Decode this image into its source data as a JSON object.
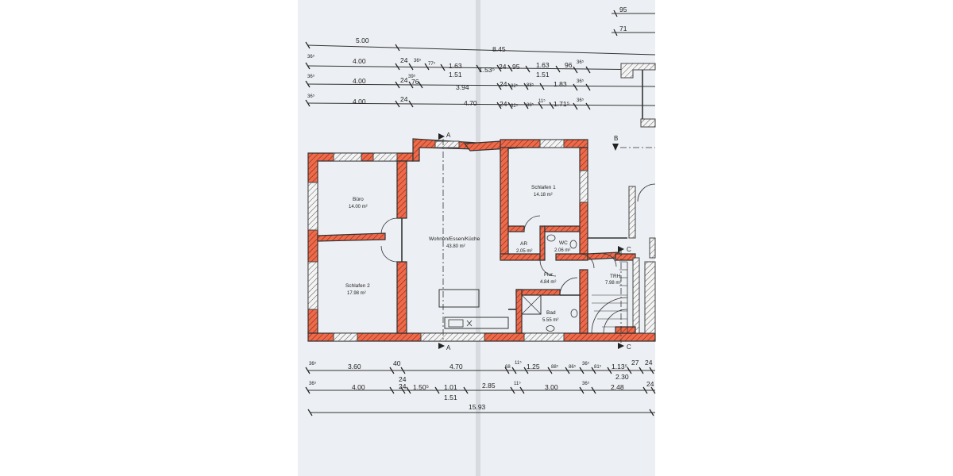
{
  "plan": {
    "rooms": {
      "buero": {
        "name": "Büro",
        "area": "14.00 m²"
      },
      "wohnen": {
        "name": "Wohnen/Essen/Küche",
        "area": "43.80 m²"
      },
      "schlafen1": {
        "name": "Schlafen 1",
        "area": "14.18 m²"
      },
      "schlafen2": {
        "name": "Schlafen 2",
        "area": "17.98 m²"
      },
      "ar": {
        "name": "AR",
        "area": "2.05 m²"
      },
      "wc": {
        "name": "WC",
        "area": "2.06 m²"
      },
      "flur": {
        "name": "Flur",
        "area": "4.84 m²"
      },
      "bad": {
        "name": "Bad",
        "area": "5.55 m²"
      },
      "trh": {
        "name": "TRH",
        "area": "7.98 m²"
      }
    },
    "sections": {
      "a": "A",
      "b": "B",
      "c": "C"
    },
    "dims_top_right": {
      "r1": "95",
      "r2": "71"
    },
    "dims_top": {
      "row0": {
        "a": "5.00",
        "b": "8.45"
      },
      "row1": {
        "a": "36⁵",
        "b": "4.00",
        "c": "24",
        "d": "36⁵",
        "e": "77⁵",
        "f": "1.63",
        "g": "1.51",
        "h": "1.53⁵",
        "i": "24",
        "j": "95",
        "k": "1.63",
        "l": "1.51",
        "m": "96",
        "n": "36⁵"
      },
      "row2": {
        "a": "36⁵",
        "b": "4.00",
        "c": "24",
        "d": "39⁵",
        "e": "76",
        "f": "3.94",
        "g": "24",
        "h": "82⁵",
        "i": "88⁵",
        "j": "1.83",
        "k": "36⁵"
      },
      "row3": {
        "a": "36⁵",
        "b": "4.00",
        "c": "24",
        "d": "4.70",
        "e": "24",
        "f": "82⁵",
        "g": "88⁵",
        "h": "11⁵",
        "i": "1.71⁵",
        "j": "36⁵"
      }
    },
    "dims_bottom": {
      "row1": {
        "a": "36⁵",
        "b": "3.60",
        "c": "40",
        "d": "4.70",
        "e": "68",
        "f": "11⁵",
        "g": "1.25",
        "h": "88⁵",
        "i": "86⁵",
        "j": "36⁵",
        "k": "81⁵",
        "l": "1.13⁵",
        "m": "27",
        "n": "24",
        "o": "2.30"
      },
      "row2": {
        "a": "36⁵",
        "b": "4.00",
        "c": "24",
        "d": "24",
        "e": "1.50⁵",
        "f": "1.01",
        "g": "2.85",
        "h": "11⁵",
        "i": "3.00",
        "j": "36⁵",
        "k": "2.48",
        "l": "24",
        "m": "1.51"
      },
      "row3": {
        "a": "15.93"
      }
    }
  }
}
